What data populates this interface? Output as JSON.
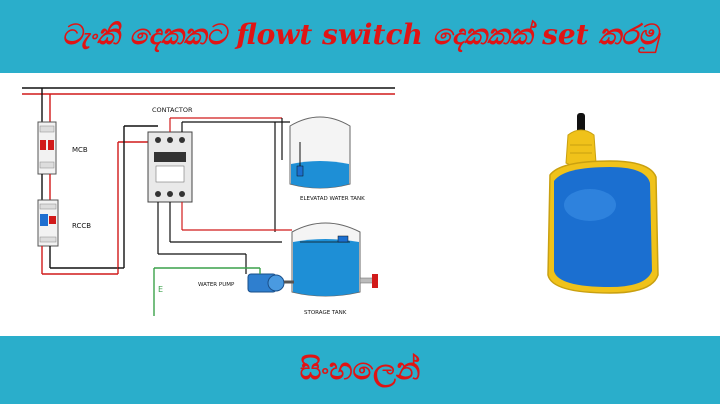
{
  "banner": {
    "title": "ටැංකි දෙකකට flowt switch දෙකකක් set කරමු",
    "subtitle": "සිංහලෙන්"
  },
  "diagram": {
    "labels": {
      "contactor": "CONTACTOR",
      "mcb": "MCB",
      "rccb": "RCCB",
      "elevated_tank": "ELEVATAD WATER TANK",
      "storage_tank": "STORAGE TANK",
      "water_pump": "WATER PUMP",
      "earth": "E"
    }
  },
  "colors": {
    "banner": "#2aaecb",
    "title_text": "#e01414",
    "wire_red": "#d11a1a",
    "wire_black": "#111111",
    "wire_earth": "#3aa14a",
    "tank_water": "#1e8fd6",
    "float_body": "#1b6fd0",
    "float_cap": "#f0c21a"
  }
}
